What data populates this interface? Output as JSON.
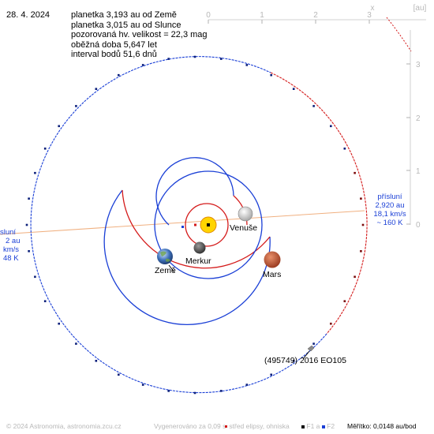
{
  "header": {
    "date": "28. 4. 2024",
    "info_lines": [
      "planetka 3,193 au od Země",
      "planetka 3,015 au od Slunce",
      "pozorovaná hv. velikost = 22,3 mag",
      "oběžná doba 5,647 let",
      "interval bodů 51,6 dnů"
    ]
  },
  "scale_top": {
    "ticks": [
      "0",
      "1",
      "2",
      "3"
    ],
    "unit": "[au]",
    "x_label": "x"
  },
  "scale_right": {
    "ticks": [
      "3",
      "2",
      "1",
      "0"
    ]
  },
  "bodies": {
    "venus": "Venuše",
    "mercury": "Merkur",
    "earth": "Země",
    "mars": "Mars",
    "asteroid": "(495749) 2016 EO105"
  },
  "perihelion_right": [
    "přísluní",
    "2,920 au",
    "18,1 km/s",
    "~ 160 K"
  ],
  "aphelion_left": [
    "sluní",
    "2 au",
    "km/s",
    "48 K"
  ],
  "footer": {
    "credit": "© 2024 Astronomia, astronomia.zcu.cz",
    "generated": "Vygenerováno za 0,09 s",
    "legend_center": "střed elipsy, ohniska",
    "legend_f1": "F1 a",
    "legend_f2": "F2",
    "scale": "Měřítko: 0,0148 au/bod"
  },
  "colors": {
    "orbit_blue": "#1a3fd6",
    "orbit_red": "#d41a1a",
    "apsis_line": "#f0b080",
    "sun": "#ffd400"
  }
}
